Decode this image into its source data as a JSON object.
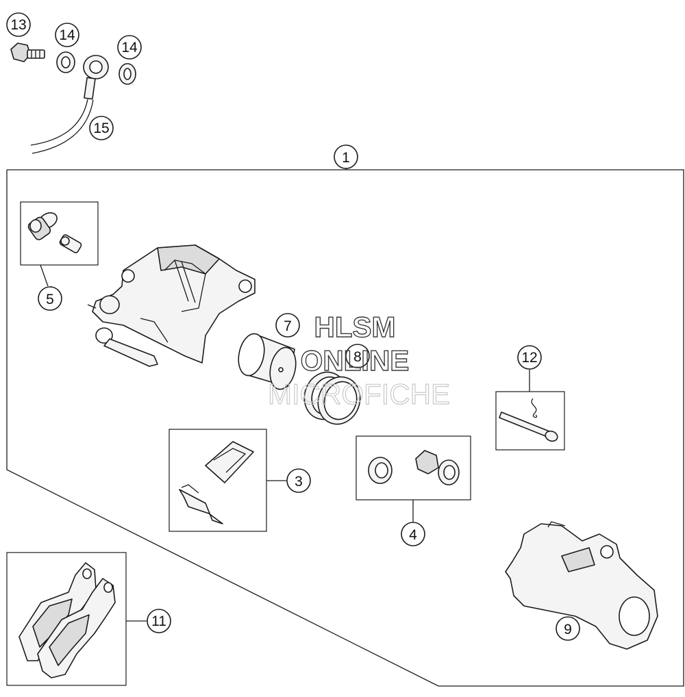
{
  "callouts": {
    "c1": "1",
    "c3": "3",
    "c4": "4",
    "c5": "5",
    "c7": "7",
    "c8": "8",
    "c9": "9",
    "c11": "11",
    "c12": "12",
    "c13": "13",
    "c14a": "14",
    "c14b": "14",
    "c15": "15"
  },
  "watermark": {
    "line1": "HLSM",
    "line2": "ONLINE",
    "line3": "MICROFICHE"
  }
}
